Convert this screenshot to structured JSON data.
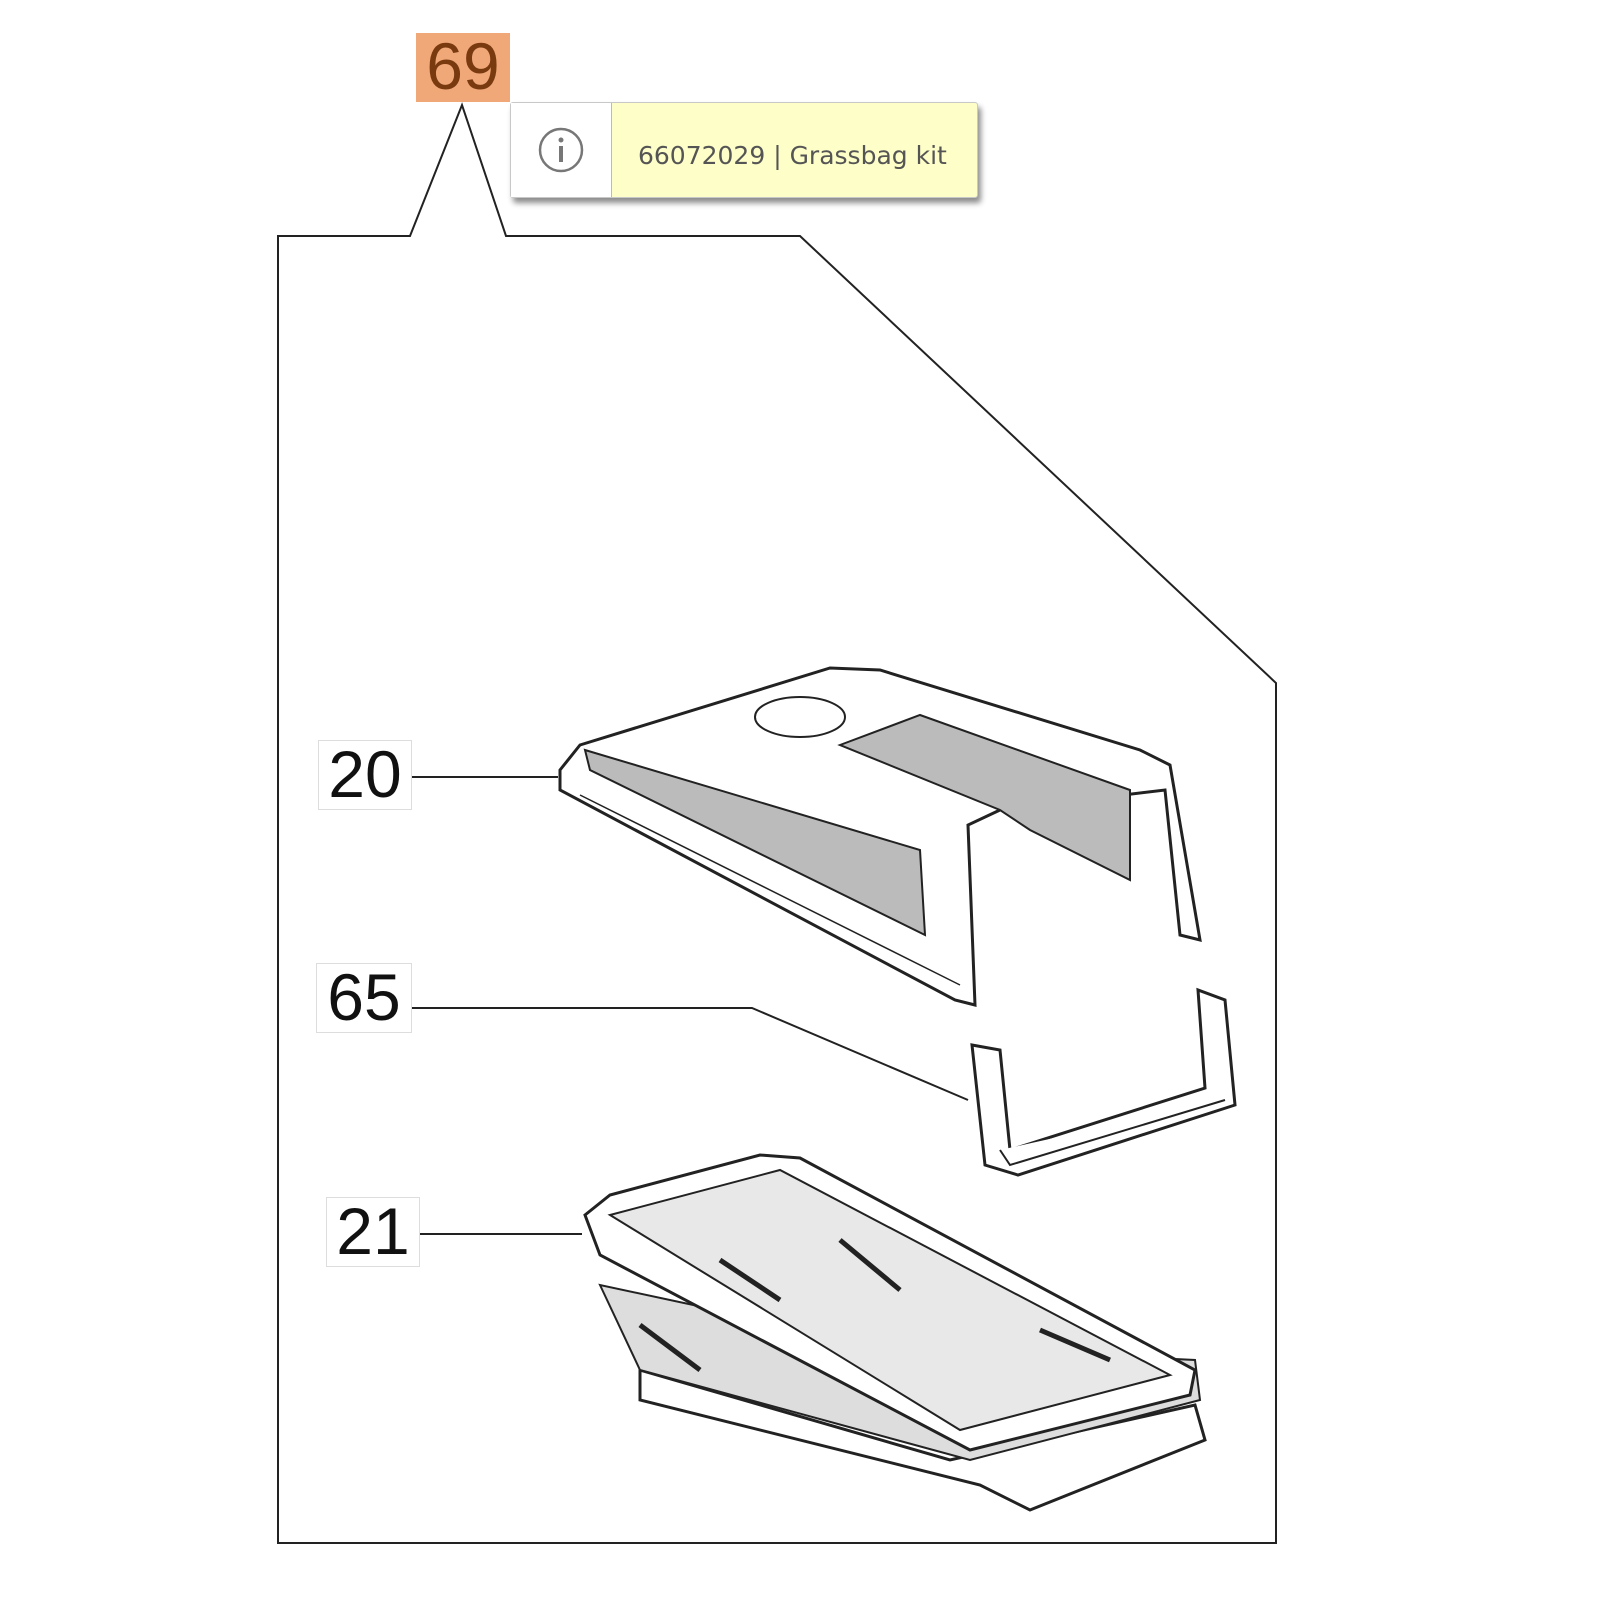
{
  "callouts": [
    {
      "number": "69",
      "active": true
    },
    {
      "number": "20"
    },
    {
      "number": "65"
    },
    {
      "number": "21"
    }
  ],
  "tooltip": {
    "icon": "info-icon",
    "text": "66072029 | Grassbag kit"
  },
  "colors": {
    "highlight": "#f0a878",
    "highlight_text": "#7a3a10",
    "tooltip_bg": "#fefec8"
  }
}
